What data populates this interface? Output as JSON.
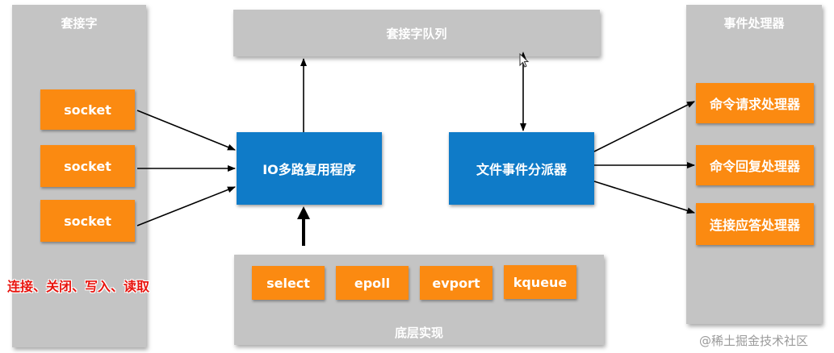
{
  "left_panel": {
    "title": "套接字",
    "sockets": [
      "socket",
      "socket",
      "socket"
    ],
    "operations_note": "连接、关闭、写入、读取"
  },
  "queue": {
    "label": "套接字队列"
  },
  "multiplexer": {
    "label": "IO多路复用程序"
  },
  "dispatcher": {
    "label": "文件事件分派器"
  },
  "bottom_panel": {
    "title": "底层实现",
    "impls": [
      "select",
      "epoll",
      "evport",
      "kqueue"
    ]
  },
  "right_panel": {
    "title": "事件处理器",
    "handlers": [
      "命令请求处理器",
      "命令回复处理器",
      "连接应答处理器"
    ]
  },
  "watermark": "@稀土掘金技术社区",
  "colors": {
    "panel": "#c4c4c4",
    "orange": "#fb8a11",
    "blue": "#0f7bc8",
    "red_note": "#e8140e"
  }
}
